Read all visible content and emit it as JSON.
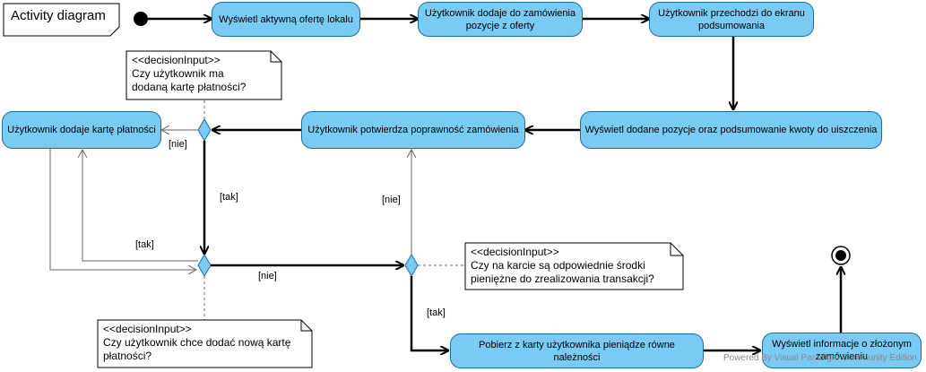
{
  "diagram": {
    "title": "Activity diagram",
    "actions": {
      "a1": "Wyświetl aktywną ofertę lokalu",
      "a2": "Użytkownik dodaje do zamówienia pozycje z oferty",
      "a3": "Użytkownik przechodzi do ekranu podsumowania",
      "a4": "Wyświetl dodane pozycje oraz podsumowanie kwoty do uiszczenia",
      "a5": "Użytkownik potwierdza poprawność zamówienia",
      "a6": "Użytkownik dodaje kartę płatności",
      "a7": "Pobierz z karty użytkownika pieniądze równe należności",
      "a8": "Wyświetl informacje o złożonym zamówieniu"
    },
    "notes": {
      "n1": {
        "stereotype": "<<decisionInput>>",
        "line1": "Czy użytkownik ma",
        "line2": "dodaną kartę płatności?"
      },
      "n2": {
        "stereotype": "<<decisionInput>>",
        "line1": "Czy na karcie są odpowiednie środki",
        "line2": "pieniężne do zrealizowania transakcji?"
      },
      "n3": {
        "stereotype": "<<decisionInput>>",
        "line1": "Czy użytkownik chce dodać nową kartę",
        "line2": "płatności?"
      }
    },
    "guards": {
      "g_nie_1": "[nie]",
      "g_tak_1": "[tak]",
      "g_tak_2": "[tak]",
      "g_nie_2": "[nie]",
      "g_nie_3": "[nie]",
      "g_tak_3": "[tak]"
    },
    "watermark": "Powered By  Visual Paradigm Community Edition"
  }
}
